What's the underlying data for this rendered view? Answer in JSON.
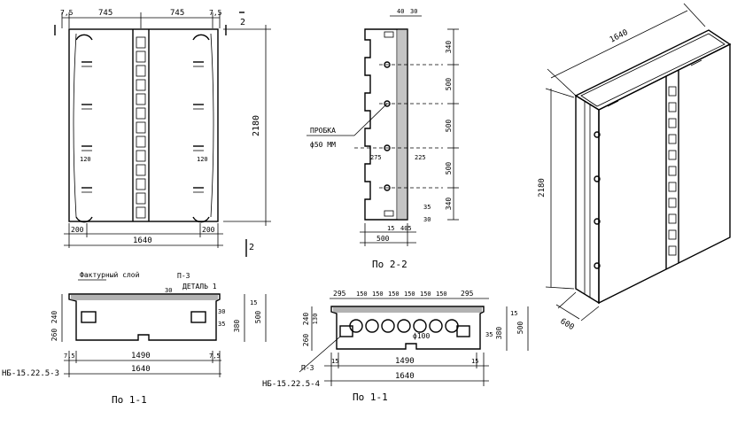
{
  "front": {
    "dim_top": [
      "7,5",
      "745",
      "745",
      "7,5"
    ],
    "dim_height": "2180",
    "dim_bottom_total": "1640",
    "dim_bottom_left": "200",
    "dim_bottom_right": "200",
    "dim_mid_left": "120",
    "dim_mid_right": "120",
    "cut_mark": "2"
  },
  "side": {
    "dim_top": [
      "40",
      "30"
    ],
    "dim_right": [
      "340",
      "500",
      "500",
      "500",
      "340"
    ],
    "dim_left": "275",
    "dim_mid": "225",
    "dim_small": [
      "35",
      "30"
    ],
    "dim_bottom": [
      "15",
      "405",
      "500"
    ],
    "plug_label": "ПРОБКА",
    "plug_size": "ф50 ММ",
    "caption": "По 2-2"
  },
  "section1": {
    "label_layer": "Фактурный слой",
    "label_p3": "П-3",
    "label_detail": "ДЕТАЛЬ 1",
    "dim_left": [
      "240",
      "260"
    ],
    "dim_right": [
      "30",
      "35",
      "380",
      "500",
      "15"
    ],
    "dim_bottom": [
      "7,5",
      "1490",
      "7,5"
    ],
    "dim_total": "1640",
    "dim_top": "30",
    "mark": "НБ-15.22.5-3",
    "caption": "По 1-1"
  },
  "section2": {
    "dim_top": [
      "295",
      "150",
      "150",
      "150",
      "150",
      "150",
      "150",
      "295"
    ],
    "dim_left": [
      "240",
      "260",
      "130"
    ],
    "dim_right": [
      "35",
      "380",
      "500",
      "15"
    ],
    "hole": "ф100",
    "label_p3": "П-3",
    "dim_bottom": [
      "15",
      "1490",
      "15"
    ],
    "dim_total": "1640",
    "mark": "НБ-15.22.5-4",
    "caption": "По 1-1"
  },
  "iso": {
    "dim_width": "1640",
    "dim_height": "2180",
    "dim_depth": "600"
  }
}
